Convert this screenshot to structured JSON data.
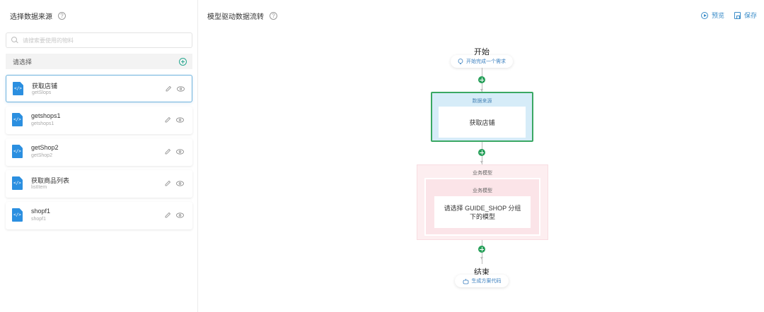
{
  "left_panel": {
    "title": "选择数据来源",
    "help": "?",
    "search": {
      "placeholder": "请搜索要使用的物料"
    },
    "section_label": "请选择",
    "items": [
      {
        "name": "获取店铺",
        "code": "getSlops",
        "selected": true
      },
      {
        "name": "getshops1",
        "code": "getshops1",
        "selected": false
      },
      {
        "name": "getShop2",
        "code": "getShop2",
        "selected": false
      },
      {
        "name": "获取商品列表",
        "code": "listItem",
        "selected": false
      },
      {
        "name": "shopf1",
        "code": "shopf1",
        "selected": false
      }
    ],
    "file_icon_glyph": "</>"
  },
  "main": {
    "title": "模型驱动数据流转",
    "help": "?",
    "actions": {
      "preview": "预览",
      "save": "保存"
    },
    "flow": {
      "start_title": "开始",
      "start_pill": "开始完成一个需求",
      "source_label": "数据来源",
      "source_value": "获取店铺",
      "model_outer_label": "业务模型",
      "model_inner_label": "业务模型",
      "model_value": "请选择 GUIDE_SHOP 分组下的模型",
      "end_title": "结束",
      "end_pill": "生成方案代码"
    }
  },
  "colors": {
    "accent": "#3a8cc8",
    "green": "#27a05a",
    "source_bg": "#d6ecf8",
    "model_bg": "#fdeef0"
  }
}
